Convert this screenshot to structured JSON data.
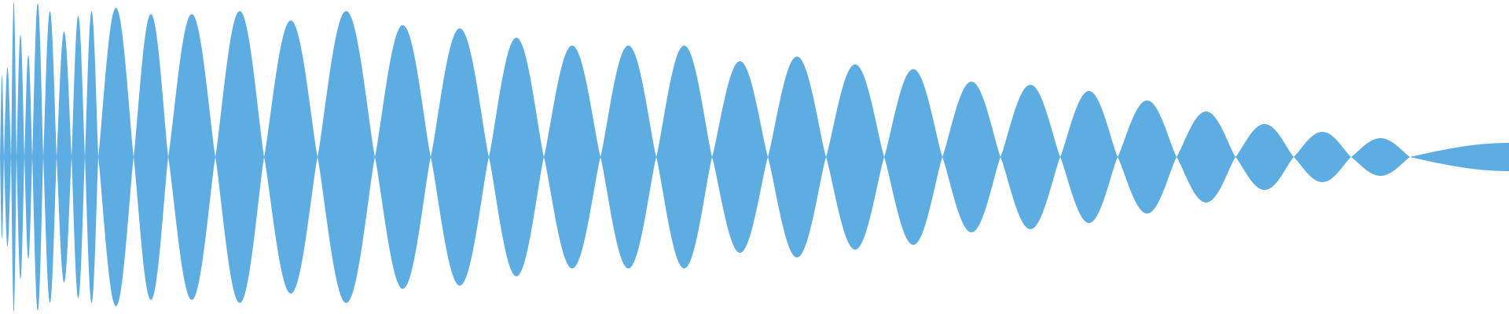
{
  "waveform": {
    "fill_color": "#5dade2",
    "background_color": "#ffffff",
    "lobes": [
      {
        "amplitude": 0.52
      },
      {
        "amplitude": 0.57
      },
      {
        "amplitude": 0.99
      },
      {
        "amplitude": 0.78
      },
      {
        "amplitude": 0.65
      },
      {
        "amplitude": 0.98
      },
      {
        "amplitude": 0.93
      },
      {
        "amplitude": 0.8
      },
      {
        "amplitude": 0.9
      },
      {
        "amplitude": 0.93
      },
      {
        "amplitude": 0.95
      },
      {
        "amplitude": 0.91
      },
      {
        "amplitude": 0.91
      },
      {
        "amplitude": 0.93
      },
      {
        "amplitude": 0.87
      },
      {
        "amplitude": 0.93
      },
      {
        "amplitude": 0.84
      },
      {
        "amplitude": 0.82
      },
      {
        "amplitude": 0.76
      },
      {
        "amplitude": 0.71
      },
      {
        "amplitude": 0.71
      },
      {
        "amplitude": 0.71
      },
      {
        "amplitude": 0.61
      },
      {
        "amplitude": 0.64
      },
      {
        "amplitude": 0.59
      },
      {
        "amplitude": 0.56
      },
      {
        "amplitude": 0.48
      },
      {
        "amplitude": 0.46
      },
      {
        "amplitude": 0.42
      },
      {
        "amplitude": 0.36
      },
      {
        "amplitude": 0.29
      },
      {
        "amplitude": 0.21
      },
      {
        "amplitude": 0.16
      },
      {
        "amplitude": 0.12
      }
    ]
  }
}
